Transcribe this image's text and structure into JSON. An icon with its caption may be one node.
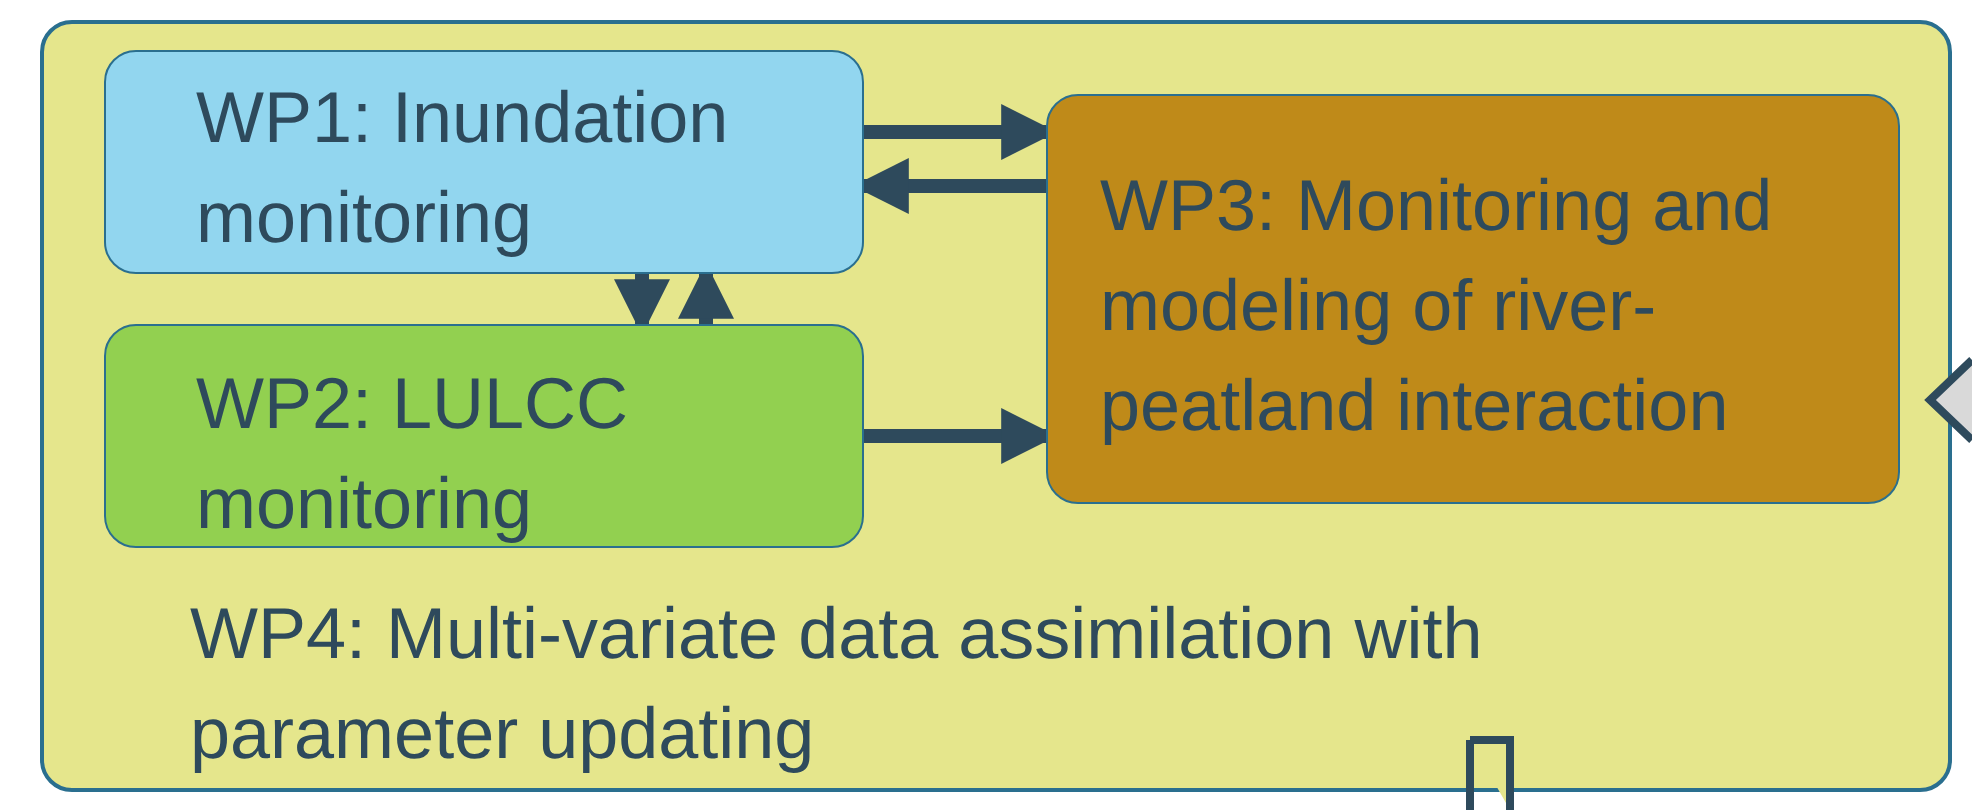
{
  "diagram": {
    "nodes": [
      {
        "text": [
          "WP4: Multi-variate data assimilation with parameter updating"
        ]
      },
      {
        "text": [
          "WP1: Inundation monitoring"
        ],
        "in": 0
      },
      {
        "text": [
          "WP2: LULCC monitoring"
        ],
        "in": 0
      },
      {
        "text": [
          "WP3: Monitoring and modeling of river-peatland interaction"
        ],
        "in": 0
      }
    ],
    "edges": [
      {
        "from": 1,
        "to": 3,
        "arrow": "to"
      },
      {
        "from": 3,
        "to": 1,
        "arrow": "to"
      },
      {
        "from": 1,
        "to": 2,
        "arrow": "to"
      },
      {
        "from": 2,
        "to": 1,
        "arrow": "to"
      },
      {
        "from": 2,
        "to": 3,
        "arrow": "to"
      }
    ]
  }
}
